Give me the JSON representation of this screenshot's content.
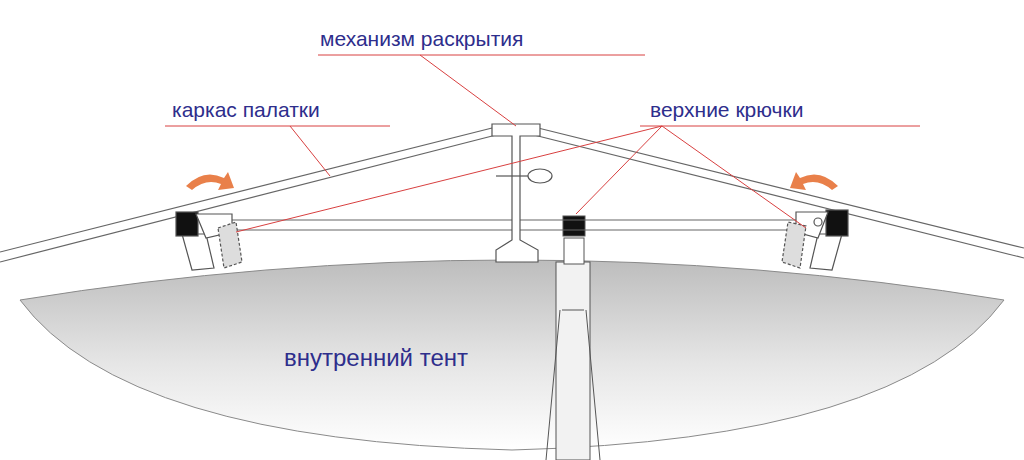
{
  "diagram": {
    "labels": [
      "механизм раскрытия",
      "каркас палатки",
      "верхние крючки",
      "внутренний тент"
    ]
  }
}
